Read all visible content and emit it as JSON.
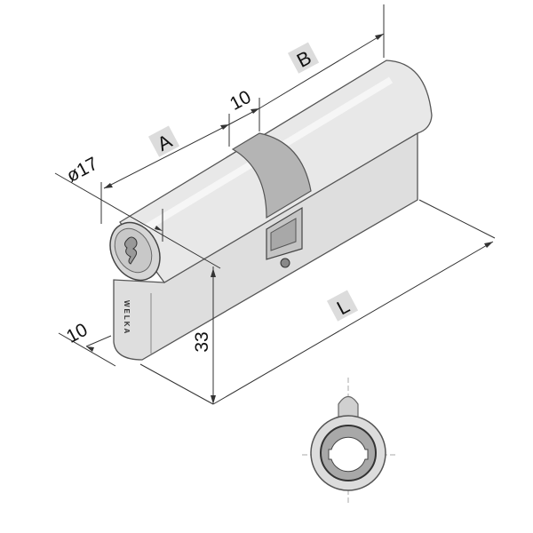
{
  "dimensions": {
    "a_label": "A",
    "gap_label": "10",
    "b_label": "B",
    "diameter_label": "ø17",
    "profile_width_label": "10",
    "height_label": "33",
    "length_label": "L"
  },
  "brand": "WELKA",
  "colors": {
    "body": "#e4e4e4",
    "cam_ring": "#b4b4b4",
    "outline": "#555555",
    "label_box": "#dcdcdc"
  }
}
